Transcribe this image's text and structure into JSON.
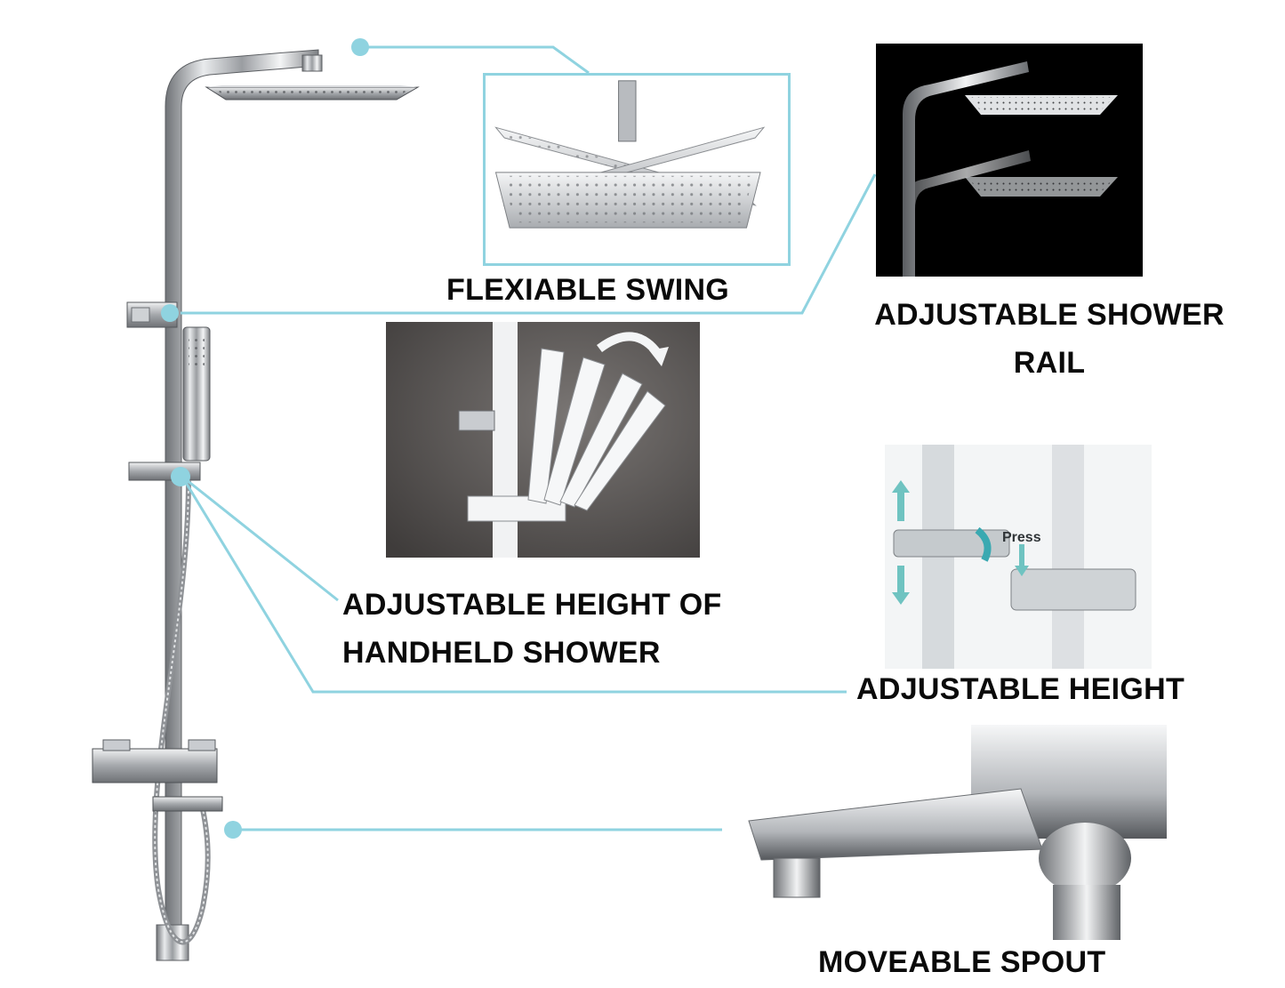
{
  "callout_color": "#8fd3e0",
  "labels": {
    "flexible_swing": "FLEXIABLE   SWING",
    "adjustable_rail_line1": "ADJUSTABLE SHOWER",
    "adjustable_rail_line2": "RAIL",
    "handheld_line1": "ADJUSTABLE HEIGHT OF",
    "handheld_line2": "HANDHELD SHOWER",
    "adjustable_height": "ADJUSTABLE HEIGHT",
    "moveable_spout": "MOVEABLE SPOUT"
  },
  "inset_text": {
    "press": "Press"
  }
}
